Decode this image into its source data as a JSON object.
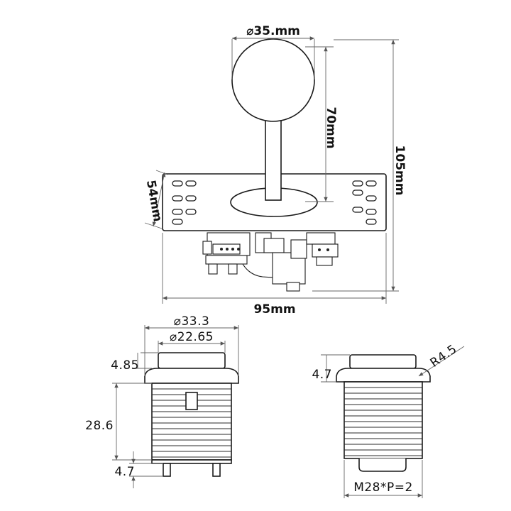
{
  "joystick": {
    "ball_diameter_label": "⌀35.mm",
    "shaft_height_label": "70mm",
    "total_height_label": "105mm",
    "plate_depth_label": "54mm",
    "plate_width_label": "95mm"
  },
  "button_side": {
    "outer_diameter_label": "⌀33.3",
    "inner_diameter_label": "⌀22.65",
    "cap_height_label": "4.85",
    "body_height_label": "28.6",
    "terminal_height_label": "4.7"
  },
  "button_front": {
    "cap_height_label": "4.7",
    "radius_label": "R4.5",
    "thread_label": "M28*P=2"
  }
}
